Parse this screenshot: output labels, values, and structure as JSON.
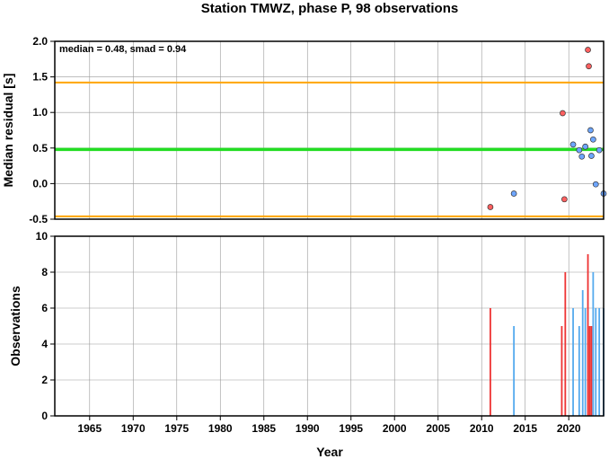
{
  "chart_data": [
    {
      "type": "scatter",
      "title": "Station TMWZ, phase P, 98 observations",
      "annotation": "median = 0.48, smad = 0.94",
      "xlabel": "Year",
      "ylabel": "Median residual [s]",
      "xlim": [
        1961,
        2024
      ],
      "ylim": [
        -0.5,
        2.0
      ],
      "x_ticks": [
        "1965",
        "1970",
        "1975",
        "1980",
        "1985",
        "1990",
        "1995",
        "2000",
        "2005",
        "2010",
        "2015",
        "2020"
      ],
      "y_ticks": [
        "-0.5",
        "0.0",
        "0.5",
        "1.0",
        "1.5",
        "2.0"
      ],
      "grid": true,
      "reference_lines": [
        {
          "y": 0.48,
          "role": "median",
          "color": "#22dd22"
        },
        {
          "y": 1.42,
          "role": "upper",
          "color": "#ffa500"
        },
        {
          "y": -0.46,
          "role": "lower",
          "color": "#ffa500"
        }
      ],
      "points": [
        {
          "x": 2011.0,
          "y": -0.33,
          "group": "red"
        },
        {
          "x": 2013.7,
          "y": -0.14,
          "group": "blue"
        },
        {
          "x": 2019.3,
          "y": 0.99,
          "group": "red"
        },
        {
          "x": 2019.5,
          "y": -0.22,
          "group": "red"
        },
        {
          "x": 2020.5,
          "y": 0.55,
          "group": "blue"
        },
        {
          "x": 2021.2,
          "y": 0.47,
          "group": "blue"
        },
        {
          "x": 2021.5,
          "y": 0.38,
          "group": "blue"
        },
        {
          "x": 2021.9,
          "y": 0.52,
          "group": "blue"
        },
        {
          "x": 2022.2,
          "y": 1.88,
          "group": "red"
        },
        {
          "x": 2022.3,
          "y": 1.65,
          "group": "red"
        },
        {
          "x": 2022.5,
          "y": 0.75,
          "group": "blue"
        },
        {
          "x": 2022.6,
          "y": 0.39,
          "group": "blue"
        },
        {
          "x": 2022.8,
          "y": 0.62,
          "group": "blue"
        },
        {
          "x": 2023.1,
          "y": -0.01,
          "group": "blue"
        },
        {
          "x": 2023.5,
          "y": 0.47,
          "group": "blue"
        },
        {
          "x": 2024.0,
          "y": -0.14,
          "group": "blue"
        }
      ]
    },
    {
      "type": "bar",
      "xlabel": "Year",
      "ylabel": "Observations",
      "xlim": [
        1961,
        2024
      ],
      "ylim": [
        0,
        10
      ],
      "x_ticks": [
        "1965",
        "1970",
        "1975",
        "1980",
        "1985",
        "1990",
        "1995",
        "2000",
        "2005",
        "2010",
        "2015",
        "2020"
      ],
      "y_ticks": [
        "0",
        "2",
        "4",
        "6",
        "8",
        "10"
      ],
      "grid": true,
      "bars": [
        {
          "x": 2011.0,
          "value": 6,
          "group": "red"
        },
        {
          "x": 2013.7,
          "value": 5,
          "group": "blue"
        },
        {
          "x": 2019.2,
          "value": 5,
          "group": "red"
        },
        {
          "x": 2019.6,
          "value": 8,
          "group": "red"
        },
        {
          "x": 2020.5,
          "value": 6,
          "group": "blue"
        },
        {
          "x": 2021.2,
          "value": 5,
          "group": "blue"
        },
        {
          "x": 2021.6,
          "value": 7,
          "group": "blue"
        },
        {
          "x": 2021.9,
          "value": 6,
          "group": "blue"
        },
        {
          "x": 2022.2,
          "value": 9,
          "group": "red"
        },
        {
          "x": 2022.4,
          "value": 5,
          "group": "red"
        },
        {
          "x": 2022.6,
          "value": 5,
          "group": "red"
        },
        {
          "x": 2022.8,
          "value": 8,
          "group": "blue"
        },
        {
          "x": 2023.1,
          "value": 6,
          "group": "blue"
        },
        {
          "x": 2023.5,
          "value": 6,
          "group": "blue"
        },
        {
          "x": 2024.0,
          "value": 6,
          "group": "blue"
        }
      ]
    }
  ],
  "colors": {
    "red_marker": "#ff6060",
    "blue_marker": "#6ea6ff",
    "red_bar": "#ee3333",
    "blue_bar": "#55aaee",
    "grid": "#999999"
  }
}
